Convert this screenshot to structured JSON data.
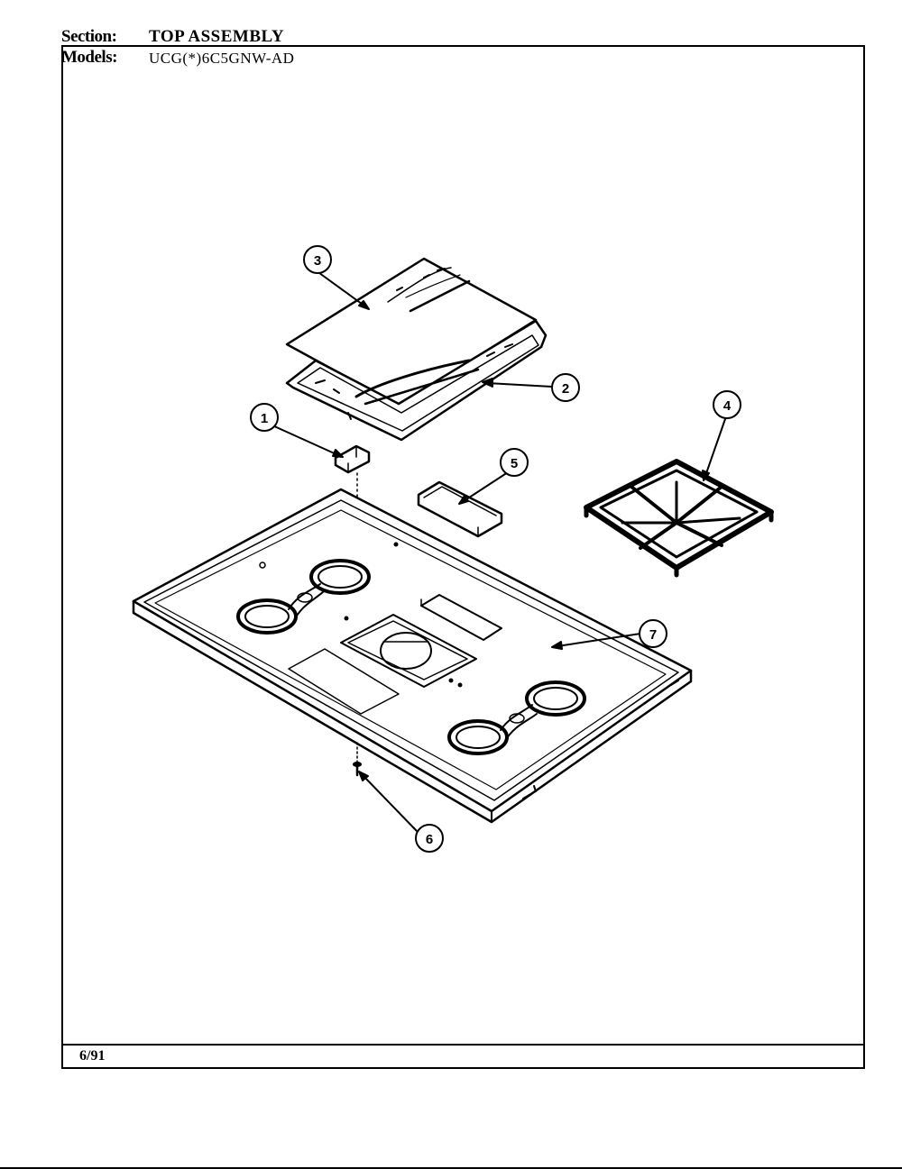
{
  "header": {
    "section_label": "Section:",
    "section_value": "TOP ASSEMBLY",
    "models_label": "Models:",
    "models_value": "UCG(*)6C5GNW-AD"
  },
  "footer": {
    "date": "6/91"
  },
  "callouts": [
    "1",
    "2",
    "3",
    "4",
    "5",
    "6",
    "7"
  ]
}
